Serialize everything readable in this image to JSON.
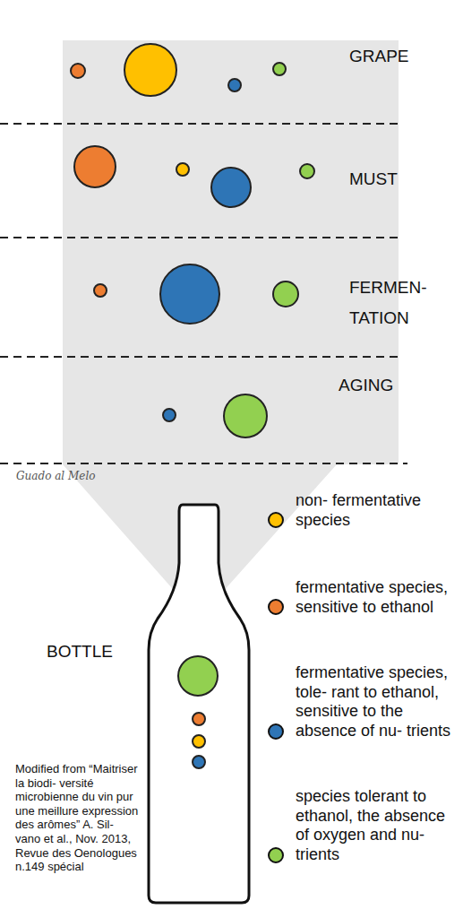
{
  "diagram": {
    "labels": [
      "GRAPE",
      "MUST",
      "FERMEN- TATION",
      "AGING",
      "Guado al Melo",
      "BOTTLE",
      "Modified from “Maitriser la biodi- versité microbienne du vin pur une meillure expression des arômes” A. Sil- vano et al., Nov. 2013, Revue des Oenologues n.149 spécial"
    ],
    "legend": [
      {
        "text": "non- fermentative species",
        "color": "#ffc000"
      },
      {
        "text": "fermentative species, sensitive to ethanol",
        "color": "#ed7d31"
      },
      {
        "text": "fermentative species, tole- rant to ethanol, sensitive to the absence of nu- trients",
        "color": "#2e75b6"
      },
      {
        "text": "species tolerant to ethanol, the absence of oxygen and nu- trients",
        "color": "#92d050"
      }
    ]
  }
}
